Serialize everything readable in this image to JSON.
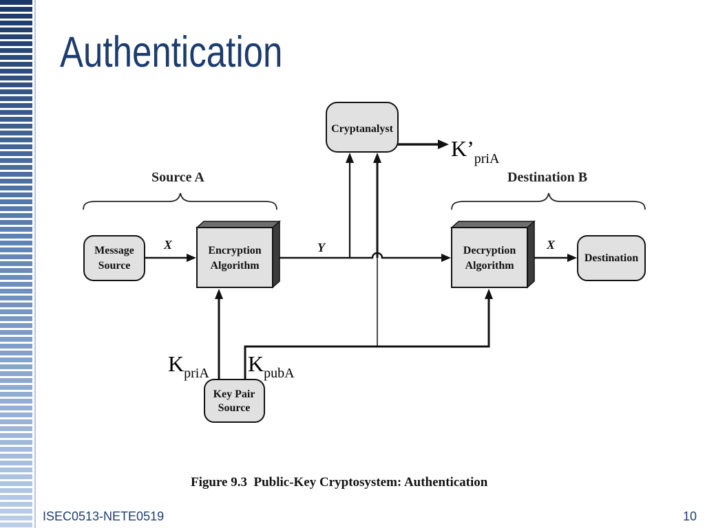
{
  "slide": {
    "title": "Authentication",
    "footer": "ISEC0513-NETE0519",
    "page_number": "10"
  },
  "diagram": {
    "caption": "Figure 9.3  Public-Key Cryptosystem: Authentication",
    "groups": {
      "source": "Source A",
      "destination": "Destination B"
    },
    "nodes": {
      "cryptanalyst": [
        "Cryptanalyst"
      ],
      "message_source": [
        "Message",
        "Source"
      ],
      "encryption": [
        "Encryption",
        "Algorithm"
      ],
      "decryption": [
        "Decryption",
        "Algorithm"
      ],
      "destination": [
        "Destination"
      ],
      "key_pair_source": [
        "Key Pair",
        "Source"
      ]
    },
    "edge_labels": {
      "plaintext_in": "X",
      "ciphertext": "Y",
      "plaintext_out": "X"
    },
    "keys": {
      "private": {
        "symbol": "K",
        "subscript": "priA"
      },
      "public": {
        "symbol": "K",
        "subscript": "pubA"
      },
      "recovered": {
        "symbol": "K’",
        "subscript": "priA"
      }
    }
  },
  "colors": {
    "title_text": "#1d3c6e",
    "footer_text": "#1d3c6e",
    "stripe_top": "#1b3765",
    "stripe_bottom": "#bccfe8",
    "node_fill": "#e1e1e1",
    "box_top_face": "#6e6e6e",
    "box_side_face": "#3c3c3c",
    "ink": "#111111"
  }
}
